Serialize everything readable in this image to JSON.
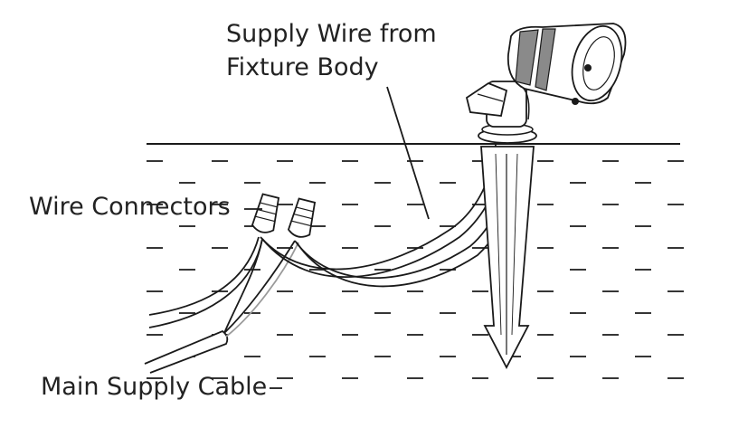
{
  "labels": {
    "supply_wire_line1": "Supply Wire from",
    "supply_wire_line2": "Fixture Body",
    "wire_connectors": "Wire Connectors",
    "main_supply_cable": "Main Supply Cable"
  },
  "colors": {
    "line": "#1a1a1a",
    "gray_wire": "#9a9a9a",
    "fixture_band": "#8a8a8a",
    "background": "#ffffff"
  }
}
